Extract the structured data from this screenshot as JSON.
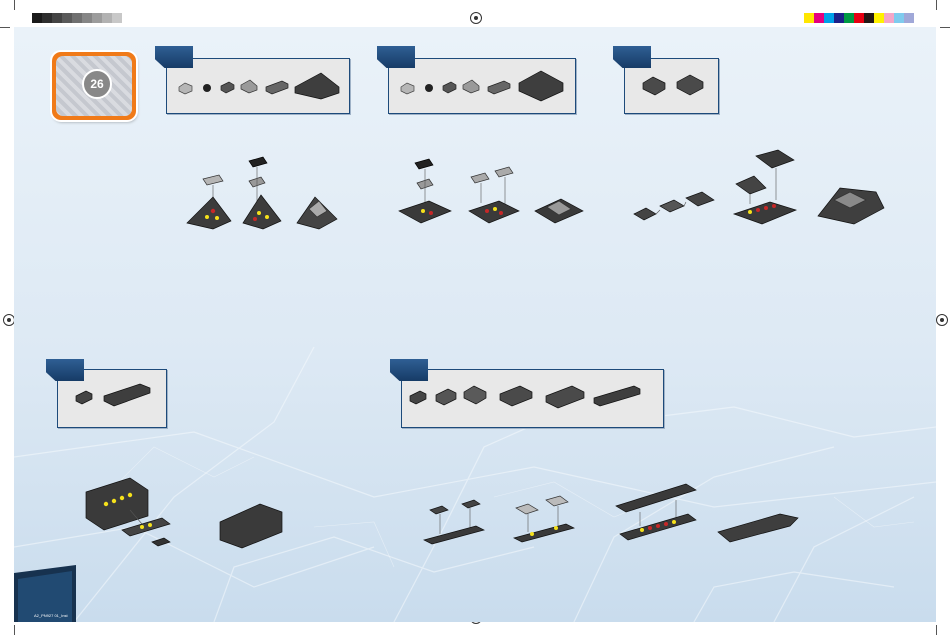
{
  "page": {
    "badge_number": "26",
    "footer_left": "A2_PN927 01_Inst",
    "footer_right": "",
    "registration_icon": "crosshair-icon"
  },
  "color_bar_left": [
    "#1a1a1a",
    "#2e2e2e",
    "#444",
    "#5a5a5a",
    "#707070",
    "#868686",
    "#9c9c9c",
    "#b2b2b2",
    "#c8c8c8",
    "#ffffff"
  ],
  "color_bar_right": [
    "#ffe600",
    "#e4007f",
    "#00a0e9",
    "#1d2088",
    "#009944",
    "#e60012",
    "#231815",
    "#fff100",
    "#f4a6c8",
    "#7fcbee",
    "#a0a8d8"
  ],
  "steps": [
    {
      "id": "step-1",
      "parts": [
        "plate-1x1-icon",
        "round-plate-icon",
        "grille-plate-icon",
        "wedge-plate-icon",
        "plate-1x4-icon",
        "wing-plate-icon"
      ]
    },
    {
      "id": "step-2",
      "parts": [
        "plate-1x1-icon",
        "round-plate-icon",
        "grille-plate-icon",
        "wedge-plate-icon",
        "plate-1x4-icon",
        "plate-4x4-icon"
      ]
    },
    {
      "id": "step-3",
      "parts": [
        "plate-2x2-icon",
        "plate-2x3-icon"
      ]
    },
    {
      "id": "step-4",
      "parts": [
        "plate-1x2-icon",
        "plate-1x6-icon"
      ]
    },
    {
      "id": "step-5",
      "parts": [
        "plate-1x2-icon",
        "slope-plate-icon",
        "plate-2x2-icon",
        "plate-2x4-icon",
        "plate-2x6-icon",
        "plate-1x8-icon"
      ]
    }
  ]
}
